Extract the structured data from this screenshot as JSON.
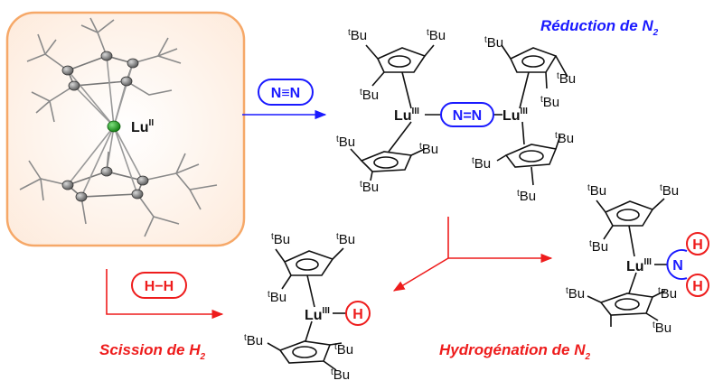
{
  "colors": {
    "blue": "#1a1aff",
    "red": "#ee1c1c",
    "orange_frame": "#f6a868",
    "frame_fill": "#fdf3ec",
    "green_atom": "#1fa31f"
  },
  "crystal_structure": {
    "metal_label": "Lu",
    "metal_ox": "II"
  },
  "labels": {
    "reduction_title": "Réduction de N",
    "reduction_sub": "2",
    "scission_title": "Scission de H",
    "scission_sub": "2",
    "hydro_title": "Hydrogénation de N",
    "hydro_sub": "2"
  },
  "reagents": {
    "n2": "N≡N",
    "h2": "H−H",
    "n2_bridge": "N=N",
    "hydride": "H",
    "amide_n": "N",
    "amide_h": "H"
  },
  "substituent": {
    "t": "t",
    "bu": "Bu"
  },
  "lu3": {
    "metal": "Lu",
    "ox": "III"
  }
}
